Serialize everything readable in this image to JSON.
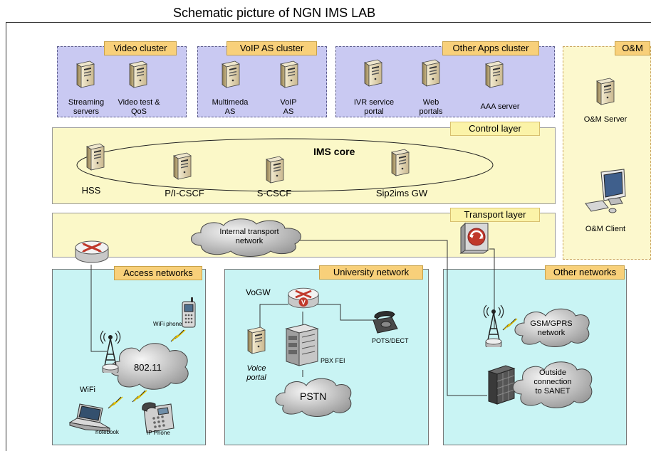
{
  "title": "Schematic picture of NGN IMS LAB",
  "clusters": {
    "video": {
      "label": "Video cluster",
      "streaming": [
        "Streaming",
        "servers"
      ],
      "videotest": [
        "Video test &",
        "QoS"
      ]
    },
    "voip": {
      "label": "VoIP AS cluster",
      "multimedia": [
        "Multimeda",
        "AS"
      ],
      "voipas": [
        "VoIP",
        "AS"
      ]
    },
    "apps": {
      "label": "Other Apps  cluster",
      "ivr": [
        "IVR service",
        "portal"
      ],
      "web": [
        "Web",
        "portals"
      ],
      "aaa": "AAA server"
    },
    "om": {
      "label": "O&M",
      "server": "O&M Server",
      "client": "O&M Client"
    }
  },
  "control": {
    "label": "Control layer",
    "core": "IMS core",
    "hss": "HSS",
    "pcscf": "P/I-CSCF",
    "scscf": "S-CSCF",
    "gw": "Sip2ims GW"
  },
  "transport": {
    "label": "Transport layer",
    "internal": [
      "Internal transport",
      "network"
    ]
  },
  "access": {
    "label": "Access networks",
    "wifiphone": "WiFi phone",
    "wlan": "802.11",
    "wifi": "WiFi",
    "notebook": "notebook",
    "ipphone": "IP Phone"
  },
  "university": {
    "label": "University network",
    "vogw": "VoGW",
    "voice": [
      "Voice",
      "portal"
    ],
    "pbx": "PBX FEI",
    "pots": "POTS/DECT",
    "pstn": "PSTN"
  },
  "other": {
    "label": "Other networks",
    "gsm": [
      "GSM/GPRS",
      "network"
    ],
    "outside": [
      "Outside",
      "connection",
      "to SANET"
    ]
  }
}
